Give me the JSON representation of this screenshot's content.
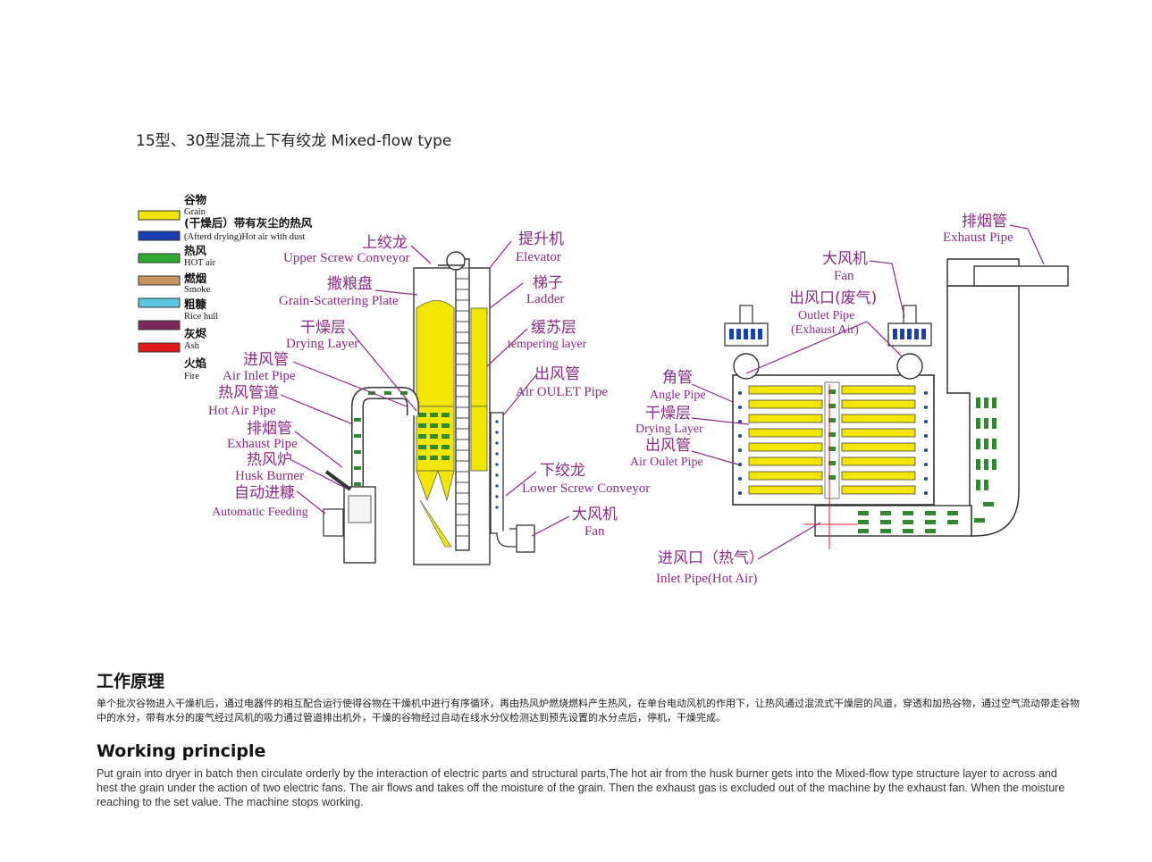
{
  "title": "15型、30型混流上下有绞龙 Mixed-flow type",
  "legend": [
    {
      "cn": "谷物",
      "en": "Grain",
      "color": "#f2e600"
    },
    {
      "cn": "(干燥后）带有灰尘的热风",
      "en": "(Afterd drying)Hot air with dust",
      "color": "#1a3fb0"
    },
    {
      "cn": "热风",
      "en": "HOT air",
      "color": "#2faa2f"
    },
    {
      "cn": "燃烟",
      "en": "Smoke",
      "color": "#c8955c"
    },
    {
      "cn": "粗糠",
      "en": "Rice hull",
      "color": "#5bc6e4"
    },
    {
      "cn": "灰烬",
      "en": "Ash",
      "color": "#7a2a5a"
    },
    {
      "cn": "火焰",
      "en": "Fire",
      "color": "#e01a1a"
    }
  ],
  "labels_left": {
    "upper_screw": {
      "cn": "上绞龙",
      "en": "Upper Screw Conveyor"
    },
    "grain_plate": {
      "cn": "撒粮盘",
      "en": "Grain-Scattering Plate"
    },
    "drying_layer": {
      "cn": "干燥层",
      "en": "Drying Layer"
    },
    "air_inlet": {
      "cn": "进风管",
      "en": "Air Inlet Pipe"
    },
    "hot_air_pipe": {
      "cn": "热风管道",
      "en": "Hot Air Pipe"
    },
    "exhaust_pipe": {
      "cn": "排烟管",
      "en": "Exhaust Pipe"
    },
    "husk_burner": {
      "cn": "热风炉",
      "en": "Husk Burner"
    },
    "auto_feed": {
      "cn": "自动进糠",
      "en": "Automatic Feeding"
    },
    "elevator": {
      "cn": "提升机",
      "en": "Elevator"
    },
    "ladder": {
      "cn": "梯子",
      "en": "Ladder"
    },
    "tempering": {
      "cn": "缓苏层",
      "en": "tempering layer"
    },
    "air_outlet": {
      "cn": "出风管",
      "en": "Air OULET Pipe"
    },
    "lower_screw": {
      "cn": "下绞龙",
      "en": "Lower Screw Conveyor"
    },
    "fan": {
      "cn": "大风机",
      "en": "Fan"
    }
  },
  "labels_right": {
    "exhaust_pipe": {
      "cn": "排烟管",
      "en": "Exhaust Pipe"
    },
    "fan": {
      "cn": "大风机",
      "en": "Fan"
    },
    "outlet_pipe": {
      "cn": "出风口(废气)",
      "en": "Outlet Pipe",
      "en2": "(Exhaust Air)"
    },
    "angle_pipe": {
      "cn": "角管",
      "en": "Angle Pipe"
    },
    "drying_layer": {
      "cn": "干燥层",
      "en": "Drying Layer"
    },
    "air_outlet": {
      "cn": "出风管",
      "en": "Air Oulet Pipe"
    },
    "inlet_pipe": {
      "cn": "进风口（热气）",
      "en": "Inlet Pipe(Hot Air)"
    }
  },
  "principle": {
    "title_cn": "工作原理",
    "text_cn": "单个批次谷物进入干燥机后，通过电器件的相互配合运行使得谷物在干燥机中进行有序循环，再由热风炉燃烧燃料产生热风，在单台电动风机的作用下，让热风通过混流式干燥层的风道，穿透和加热谷物，通过空气流动带走谷物中的水分，带有水分的废气经过风机的吸力通过管道排出机外，干燥的谷物经过自动在线水分仪检测达到预先设置的水分点后，停机，干燥完成。",
    "title_en": "Working principle",
    "text_en": "Put grain into dryer in batch then circulate orderly by the interaction of electric parts and structural parts,The hot air from the husk burner gets into the Mixed-flow type structure layer to across and hest the grain under the action of two electric fans. The air flows and takes off the moisture of the grain. Then the exhaust gas is excluded out of the machine by the exhaust fan. When the moisture reaching to the set value. The machine stops working."
  }
}
